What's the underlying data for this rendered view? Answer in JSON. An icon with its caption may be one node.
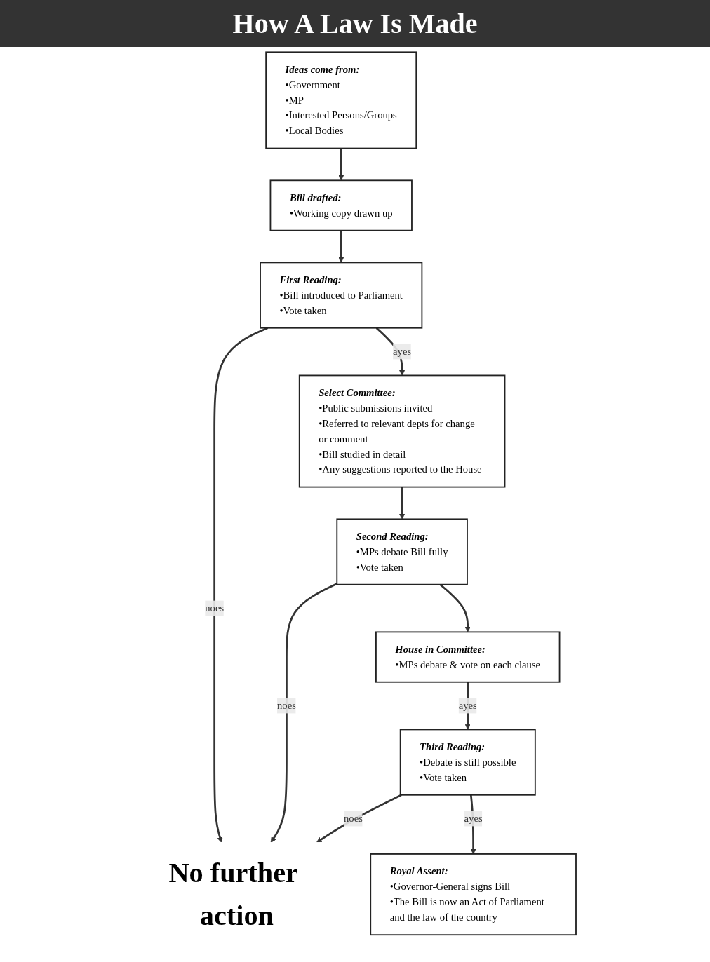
{
  "diagram": {
    "title": "How A Law Is Made",
    "nodes": [
      {
        "text": [
          "Ideas come from:",
          "•Government",
          "•MP",
          "•Interested Persons/Groups",
          "•Local Bodies"
        ]
      },
      {
        "text": [
          "Bill drafted:",
          "•Working copy drawn up"
        ]
      },
      {
        "text": [
          "First Reading:",
          "•Bill introduced to Parliament",
          "•Vote taken"
        ]
      },
      {
        "text": [
          "Select Committee:",
          "•Public submissions invited",
          "•Referred to relevant depts for change or comment",
          "•Bill studied in detail",
          "•Any suggestions reported to the House"
        ]
      },
      {
        "text": [
          "No further action"
        ]
      },
      {
        "text": [
          "Second Reading:",
          "•MPs debate Bill fully",
          "•Vote taken"
        ]
      },
      {
        "text": [
          "House in Committee:",
          "•MPs debate & vote on each clause"
        ]
      },
      {
        "text": [
          "Third Reading:",
          "•Debate is still possible",
          "•Vote taken"
        ]
      },
      {
        "text": [
          "Royal Assent:",
          "•Governor-General signs Bill",
          "•The Bill is now an Act of Parliament and the law of the country"
        ]
      }
    ],
    "edges": [
      {
        "from": 0,
        "to": 1,
        "arrow": "to"
      },
      {
        "from": 1,
        "to": 2,
        "arrow": "to"
      },
      {
        "from": 2,
        "to": 3,
        "arrow": "to",
        "label": "ayes"
      },
      {
        "from": 2,
        "to": 4,
        "arrow": "to",
        "label": "noes"
      },
      {
        "from": 3,
        "to": 5,
        "arrow": "to"
      },
      {
        "from": 5,
        "to": 4,
        "arrow": "to",
        "label": "noes"
      },
      {
        "from": 5,
        "to": 6,
        "arrow": "to"
      },
      {
        "from": 6,
        "to": 7,
        "arrow": "to",
        "label": "ayes"
      },
      {
        "from": 7,
        "to": 4,
        "arrow": "to",
        "label": "noes"
      },
      {
        "from": 7,
        "to": 8,
        "arrow": "to",
        "label": "ayes"
      }
    ]
  }
}
